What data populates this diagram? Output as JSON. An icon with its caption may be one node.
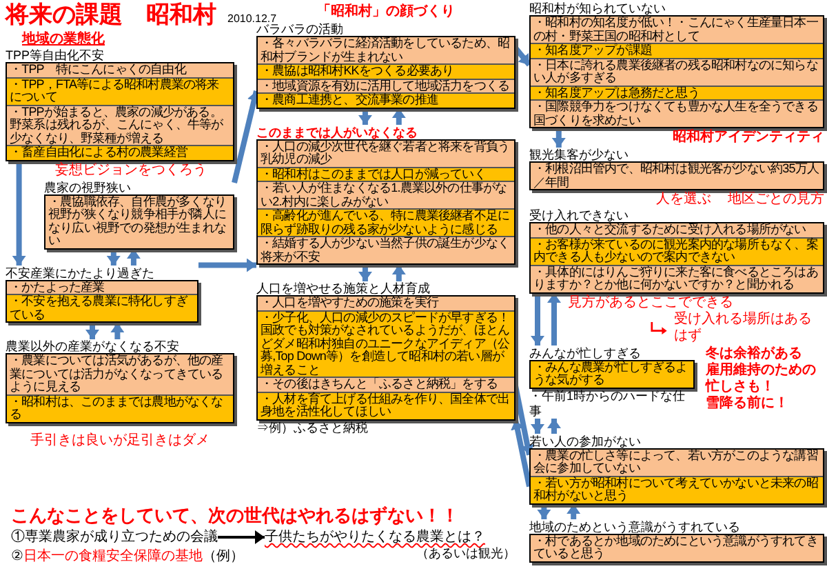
{
  "diagram": {
    "title": "将来の課題　昭和村",
    "nodes": [
      {
        "text": [
          "TPP等自由化不安",
          "・TPP　特にこんにゃくの自由化",
          "・TPP，FTA等による昭和村農業の将来について",
          "・TPPが始まると、農家の減少がある。野菜系は残れるが、こんにゃく、牛等が少なくなり、野菜種が増える",
          "・畜産自由化による村の農業経営"
        ]
      },
      {
        "text": [
          "農家の視野狭い",
          "・農協職依存、自作農が多くなり視野が狭くなり競争相手が隣人になり広い視野での発想が生まれない"
        ]
      },
      {
        "text": [
          "不安産業にかたより過ぎた",
          "・かたよった産業",
          "・不安を抱える農業に特化しすぎている"
        ]
      },
      {
        "text": [
          "農業以外の産業がなくなる不安",
          "・農業については活気があるが、他の産業については活力がなくなってきているように見える",
          "・昭和村は、このままでは農地がなくなる"
        ]
      },
      {
        "text": [
          "バラバラの活動",
          "・各々バラバラに経済活動をしているため、昭和村ブランドが生まれない",
          "・農協は昭和村KKをつくる必要あり",
          "・地域資源を有効に活用して地域活力をつくる",
          "・農商工連携と、交流事業の推進"
        ]
      },
      {
        "text": [
          "このままでは人がいなくなる",
          "・人口の減少次世代を継ぐ若者と将来を背負う乳幼児の減少",
          "・昭和村はこのままでは人口が減っていく",
          "・若い人が住まなくなる1.農業以外の仕事がない2.村内に楽しみがない",
          "・高齢化が進んでいる、特に農業後継者不足に限らず跡取りの残る家が少ないように感じる",
          "・結婚する人が少ない当然子供の誕生が少なく将来が不安"
        ]
      },
      {
        "text": [
          "人口を増やせる施策と人材育成",
          "・人口を増やすための施策を実行",
          "・少子化、人口の減少のスピードが早すぎる！国政でも対策がなされているようだが、ほとんどダメ昭和村独自のユニークなアイディア（公募,Top Down等）を創造して昭和村の若い層が増えること",
          "・その後はきちんと「ふるさと納税」をする",
          "・人材を育て上げる仕組みを作り、国全体で出身地を活性化してほしい"
        ],
        "beside": [
          "⇒例）ふるさと納税"
        ]
      },
      {
        "text": [
          "昭和村が知られていない",
          "・昭和村の知名度が低い！・こんにゃく生産量日本一の村・野菜王国の昭和村として",
          "・知名度アップが課題",
          "・日本に誇れる農業後継者の残る昭和村なのに知らない人が多すぎる",
          "・知名度アップは急務だと思う",
          "・国際競争力をつけなくても豊かな人生を全うできる国づくりを求めたい"
        ]
      },
      {
        "text": [
          "観光集客が少ない",
          "・利根沼田管内で、昭和村は観光客が少ない約35万人／年間"
        ]
      },
      {
        "text": [
          "受け入れできない",
          "・他の人々と交流するために受け入れる場所がない",
          "・お客様が来ているのに観光案内的な場所もなく、案内できる人も少ないので案内できない",
          "・具体的にはりんご狩りに来た客に食べるところはありますか？とか他に何かないですか？と聞かれる"
        ]
      },
      {
        "text": [
          "みんなが忙しすぎる",
          "・みんな農業が忙しすぎるような気がする"
        ],
        "beside": [
          "・午前1時からのハードな仕事"
        ]
      },
      {
        "text": [
          "若い人の参加がない",
          "・農業の忙しさ等によって、若い方がこのような講習会に参加していない",
          "・若い方が昭和村について考えていかないと未来の昭和村がないと思う"
        ]
      },
      {
        "text": [
          "地域のためという意識がうすれている",
          "・村であるとか地域のためにという意識がうすれてきていると思う"
        ]
      },
      {
        "text": [
          "①専業農家が成り立つための会議"
        ]
      },
      {
        "text": [
          "子供たちがやりたくなる農業とは？"
        ],
        "beside": [
          "（あるいは観光）"
        ]
      }
    ],
    "edges": [
      {
        "from": 0,
        "to": 2,
        "arrow": "to"
      },
      {
        "from": 1,
        "to": 2,
        "arrow": "to"
      },
      {
        "from": 2,
        "to": 1,
        "arrow": "to"
      },
      {
        "from": 2,
        "to": 3,
        "arrow": "to"
      },
      {
        "from": 3,
        "to": 2,
        "arrow": "to"
      },
      {
        "from": 2,
        "to": 5,
        "arrow": "to"
      },
      {
        "from": 1,
        "to": 4,
        "arrow": "to"
      },
      {
        "from": 4,
        "to": 5,
        "arrow": "to"
      },
      {
        "from": 5,
        "to": 4,
        "arrow": "to"
      },
      {
        "from": 5,
        "to": 6,
        "arrow": "to"
      },
      {
        "from": 6,
        "to": 5,
        "arrow": "to"
      },
      {
        "from": 4,
        "to": 7,
        "arrow": "to"
      },
      {
        "from": 7,
        "to": 8,
        "arrow": "to"
      },
      {
        "from": 9,
        "to": 10,
        "arrow": "to"
      },
      {
        "from": 10,
        "to": 9,
        "arrow": "to"
      },
      {
        "from": 10,
        "to": 11,
        "arrow": "to"
      },
      {
        "from": 11,
        "to": 10,
        "arrow": "to"
      },
      {
        "from": 11,
        "to": 12,
        "arrow": "to"
      },
      {
        "from": 12,
        "to": 11,
        "arrow": "to"
      },
      {
        "from": 6,
        "to": 11,
        "arrow": "to"
      },
      {
        "from": 11,
        "to": 6,
        "arrow": "to"
      },
      {
        "from": 13,
        "to": 14,
        "arrow": "to",
        "color": "#000000"
      }
    ],
    "labels": [
      "2010.12.7",
      "地域の業態化",
      "妄想ビジョンをつくろう",
      "「昭和村」の顔づくり",
      "昭和村アイデンティティ",
      "人を選ぶ",
      "地区ごとの見方",
      "見方があるとここでできる",
      "受け入れる場所はあるはず",
      "冬は余裕がある",
      "雇用維持のための忙しさも！",
      "雪降る前に！",
      "手引きは良いが足引きはダメ",
      "こんなことをしていて、次の世代はやれるはずない！！",
      "②",
      "日本一の食糧安全保障の基地",
      "（例）"
    ]
  }
}
